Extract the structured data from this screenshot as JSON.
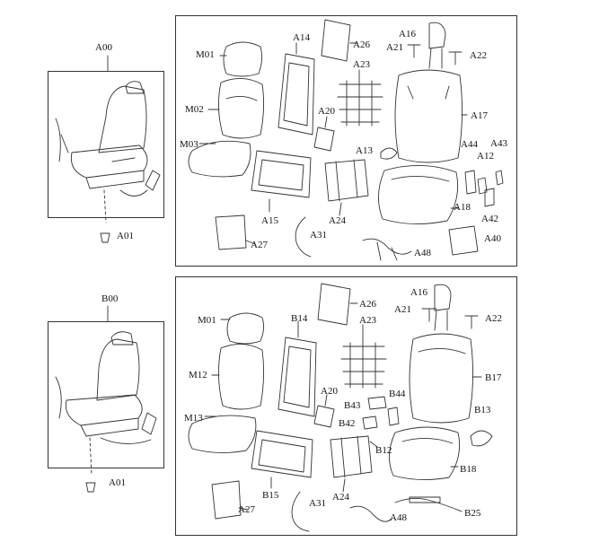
{
  "top": {
    "assembly_label": "A00",
    "labels": {
      "a01": "A01",
      "m01": "M01",
      "m02": "M02",
      "m03": "M03",
      "a14": "A14",
      "a26": "A26",
      "a23": "A23",
      "a20": "A20",
      "a15": "A15",
      "a24": "A24",
      "a27": "A27",
      "a31": "A31",
      "a16": "A16",
      "a21": "A21",
      "a22": "A22",
      "a17": "A17",
      "a13": "A13",
      "a44": "A44",
      "a43": "A43",
      "a12": "A12",
      "a18": "A18",
      "a42": "A42",
      "a40": "A40",
      "a48": "A48"
    }
  },
  "bottom": {
    "assembly_label": "B00",
    "labels": {
      "a01": "A01",
      "m01": "M01",
      "m12": "M12",
      "m13": "M13",
      "b14": "B14",
      "a26": "A26",
      "a23": "A23",
      "a20": "A20",
      "b15": "B15",
      "a24": "A24",
      "a27": "A27",
      "a31": "A31",
      "a16": "A16",
      "a21": "A21",
      "a22": "A22",
      "b17": "B17",
      "b43": "B43",
      "b44": "B44",
      "b42": "B42",
      "b12": "B12",
      "b13": "B13",
      "b18": "B18",
      "a48": "A48",
      "b25": "B25"
    }
  }
}
